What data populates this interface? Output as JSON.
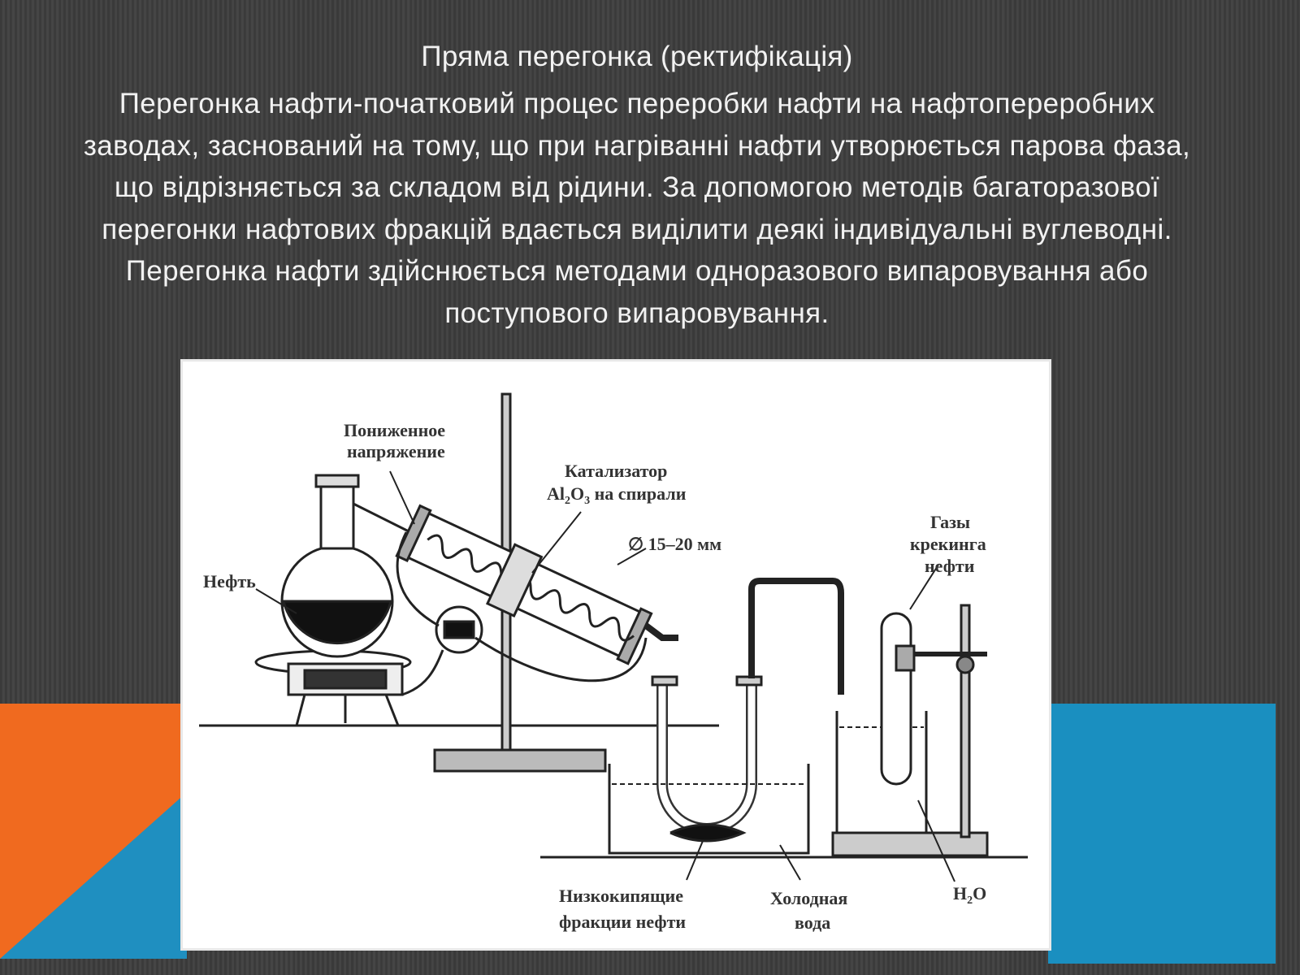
{
  "slide": {
    "title": "Пряма перегонка (ректифікація)",
    "body": "Перегонка нафти-початковий процес переробки нафти на нафтопереробних заводах, заснований на тому, що при нагріванні нафти утворюється парова фаза, що відрізняється за складом від рідини. За допомогою методів багаторазової перегонки нафтових фракцій вдається виділити деякі індивідуальні вуглеводні. Перегонка нафти здійснюється методами одноразового випаровування або поступового випаровування."
  },
  "colors": {
    "background": "#3d3d3d",
    "accent_orange": "#f06a1f",
    "accent_blue": "#1a8fc0",
    "text": "#f2f2f2"
  },
  "diagram": {
    "labels": {
      "reduced_voltage_line1": "Пониженное",
      "reduced_voltage_line2": "напряжение",
      "catalyst_line1": "Катализатор",
      "catalyst_line2_prefix": "Al",
      "catalyst_line2_sub1": "2",
      "catalyst_line2_mid": "O",
      "catalyst_line2_sub2": "3",
      "catalyst_line2_suffix": " на спирали",
      "diameter": "∅ 15–20 мм",
      "oil": "Нефть",
      "cracking_gases_line1": "Газы",
      "cracking_gases_line2": "крекинга",
      "cracking_gases_line3": "нефти",
      "low_boiling_line1": "Низкокипящие",
      "low_boiling_line2": "фракции нефти",
      "cold_water_line1": "Холодная",
      "cold_water_line2": "вода",
      "water_prefix": "H",
      "water_sub": "2",
      "water_suffix": "O"
    }
  }
}
